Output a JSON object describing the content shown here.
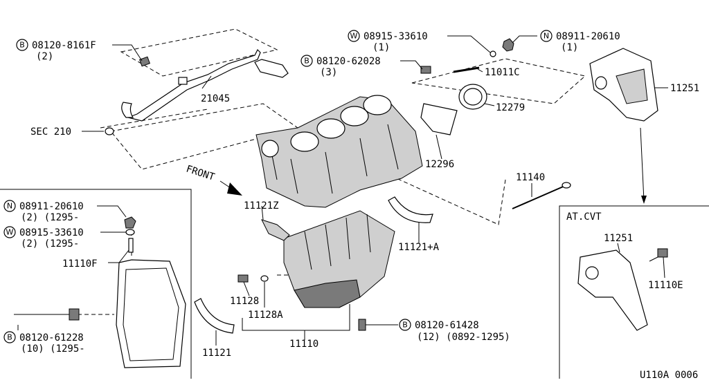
{
  "labels": {
    "b1": "08120-8161F",
    "b1q": "(2)",
    "p21045": "21045",
    "sec210": "SEC 210",
    "w1": "08915-33610",
    "w1q": "(1)",
    "n1": "08911-20610",
    "n1q": "(1)",
    "b2": "08120-62028",
    "b2q": "(3)",
    "p11011c": "11011C",
    "p11251a": "11251",
    "p12279": "12279",
    "p12296": "12296",
    "front": "FRONT",
    "p11140": "11140",
    "p11121z": "11121Z",
    "n2": "08911-20610",
    "n2q": "(2) (1295-",
    "w2": "08915-33610",
    "w2q": "(2) (1295-",
    "p11110f": "11110F",
    "p11121a": "11121+A",
    "p11128": "11128",
    "p11128a": "11128A",
    "b3": "08120-61428",
    "b3q": "(12) (0892-1295)",
    "p11110": "11110",
    "p11121": "11121",
    "b4": "08120-61228",
    "b4q": "(10) (1295-",
    "atcvt": "AT.CVT",
    "p11251b": "11251",
    "p11110e": "11110E",
    "diagram_id": "U110A 0006"
  },
  "callouts": {
    "bolt": "B",
    "washer": "W",
    "nut": "N"
  }
}
